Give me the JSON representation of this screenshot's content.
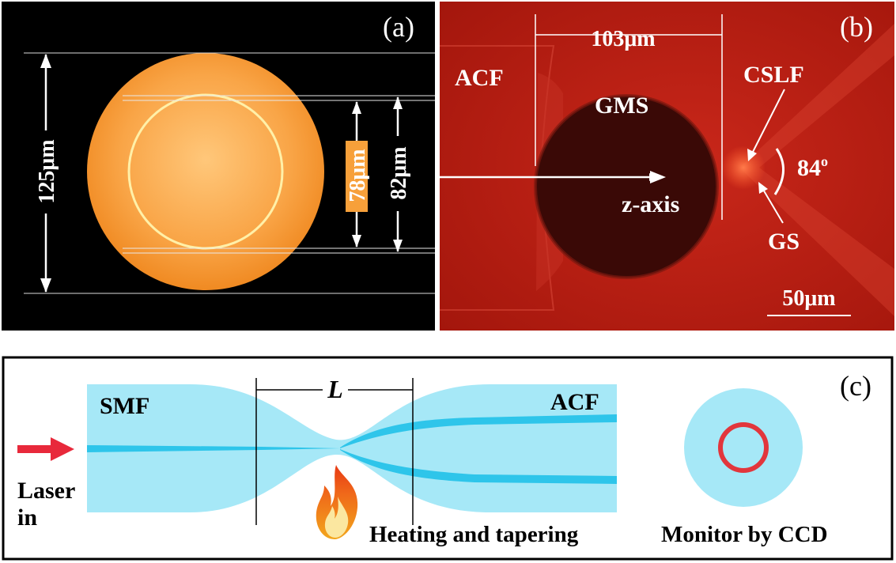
{
  "panels": {
    "a": {
      "panel_label": "(a)",
      "dims": {
        "outer": "125μm",
        "inner1": "78μm",
        "inner2": "82μm"
      }
    },
    "b": {
      "panel_label": "(b)",
      "labels": {
        "spacing": "103μm",
        "acf": "ACF",
        "gms": "GMS",
        "cslf": "CSLF",
        "zaxis": "z-axis",
        "angle_value": "84",
        "angle_unit": "o",
        "gs": "GS",
        "scale": "50μm"
      }
    },
    "c": {
      "panel_label": "(c)",
      "labels": {
        "smf": "SMF",
        "acf": "ACF",
        "length": "L",
        "laser_line1": "Laser",
        "laser_line2": "in",
        "heating": "Heating and tapering",
        "monitor": "Monitor by CCD"
      }
    }
  },
  "colors": {
    "panel_a_bg": "#000000",
    "fiber_orange": "#f7a03a",
    "panel_b_bg": "#b81d12",
    "cladding_cyan": "#a6e8f7",
    "core_cyan": "#2ec5ea",
    "laser_arrow": "#e8293b",
    "ring_red": "#e2363c"
  },
  "icons": [
    "arrow-right-icon",
    "flame-icon"
  ]
}
